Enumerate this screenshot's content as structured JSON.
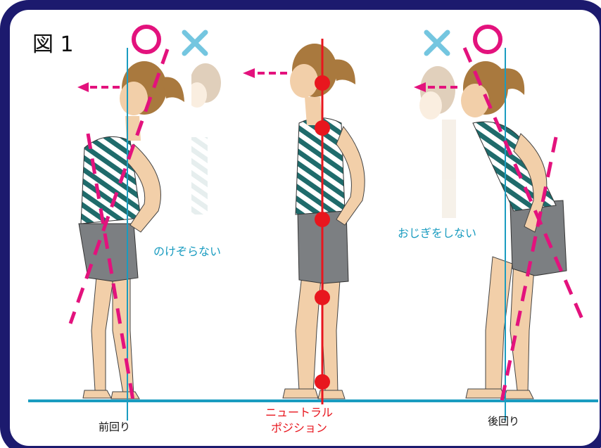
{
  "figure": {
    "title": "図 1",
    "note_left": "のけぞらない",
    "note_right": "おじぎをしない",
    "caption_left": "前回り",
    "caption_right": "後回り",
    "caption_center_line1": "ニュートラル",
    "caption_center_line2": "ポジション",
    "marks": {
      "good": "○",
      "bad": "×"
    }
  },
  "colors": {
    "frame": "#1c1a6e",
    "floor": "#1a9cc0",
    "vertical_guide": "#1a9cc0",
    "dashed_guides": "#e3127d",
    "neutral_axis": "#e8161e",
    "notes": "#1a9cc0",
    "good_mark": "#e3127d",
    "bad_mark": "#74c6e0",
    "shirt_stripes": "#1f6b6b",
    "hair": "#a9793e",
    "skin": "#f2cfa9",
    "shorts": "#7c7f82"
  },
  "icons": [
    "circle-good-mark-icon",
    "cross-bad-mark-icon",
    "arrow-left-icon"
  ]
}
